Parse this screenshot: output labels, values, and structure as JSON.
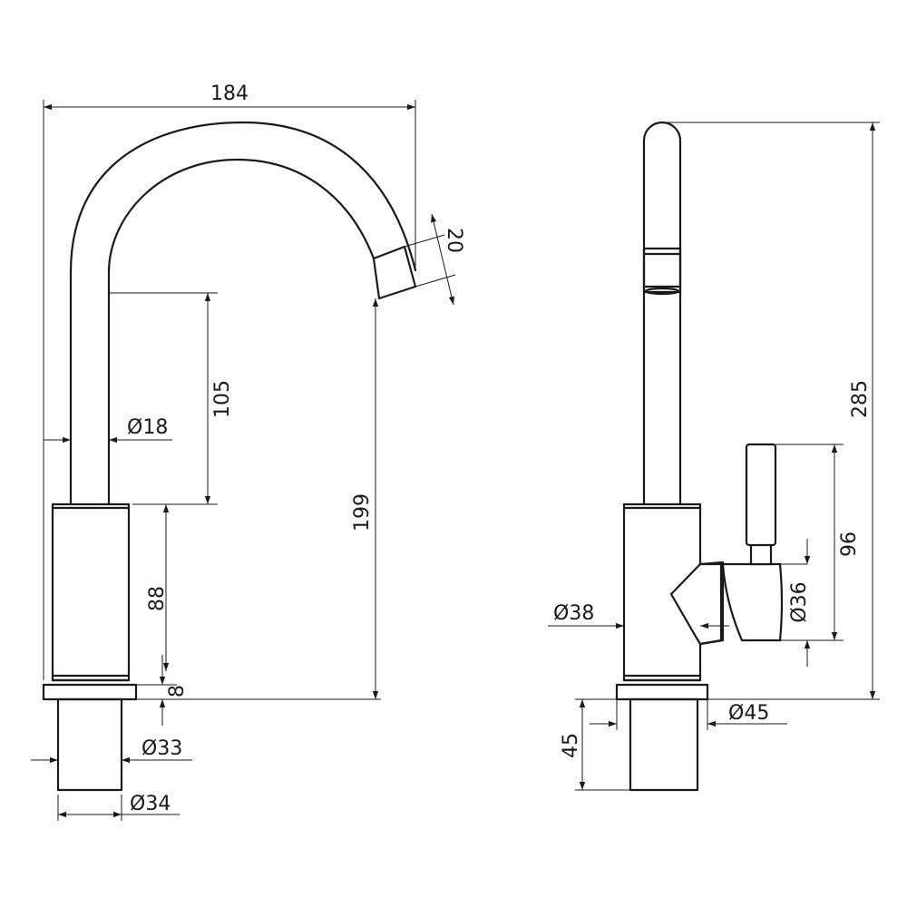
{
  "dimensions": {
    "overall_width": "184",
    "spout_outlet": "20",
    "spout_drop": "105",
    "spout_diameter": "Ø18",
    "outlet_height": "199",
    "body_height": "88",
    "base_ring": "8",
    "shank_diameter_33": "Ø33",
    "shank_diameter_34": "Ø34",
    "total_height": "285",
    "handle_height": "96",
    "body_diameter": "Ø38",
    "cartridge_diameter": "Ø36",
    "base_diameter": "Ø45",
    "shank_length": "45"
  },
  "colors": {
    "line": "#1a1a1a",
    "background": "#ffffff"
  }
}
